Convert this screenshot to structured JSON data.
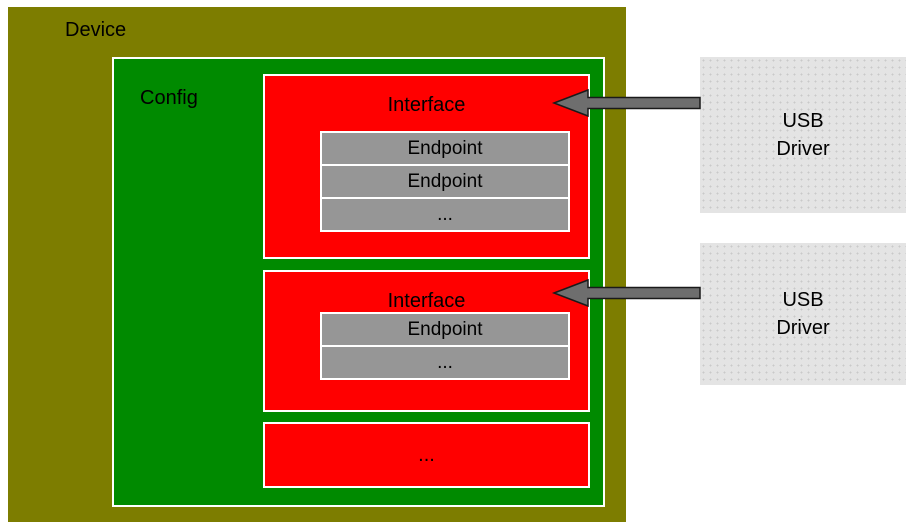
{
  "colors": {
    "device_bg": "#7d7d00",
    "config_bg": "#008a00",
    "interface_bg": "#ff0000",
    "endpoint_bg": "#969696",
    "driver_bg": "#e4e4e4",
    "driver_dot": "#c9c9c9",
    "arrow_fill": "#6e6e6e",
    "border_white": "#ffffff"
  },
  "device": {
    "label": "Device"
  },
  "config": {
    "label": "Config"
  },
  "interfaces": [
    {
      "label": "Interface",
      "endpoints": [
        "Endpoint",
        "Endpoint",
        "..."
      ]
    },
    {
      "label": "Interface",
      "endpoints": [
        "Endpoint",
        "..."
      ]
    }
  ],
  "more_interfaces_label": "...",
  "drivers": [
    {
      "line1": "USB",
      "line2": "Driver"
    },
    {
      "line1": "USB",
      "line2": "Driver"
    }
  ]
}
